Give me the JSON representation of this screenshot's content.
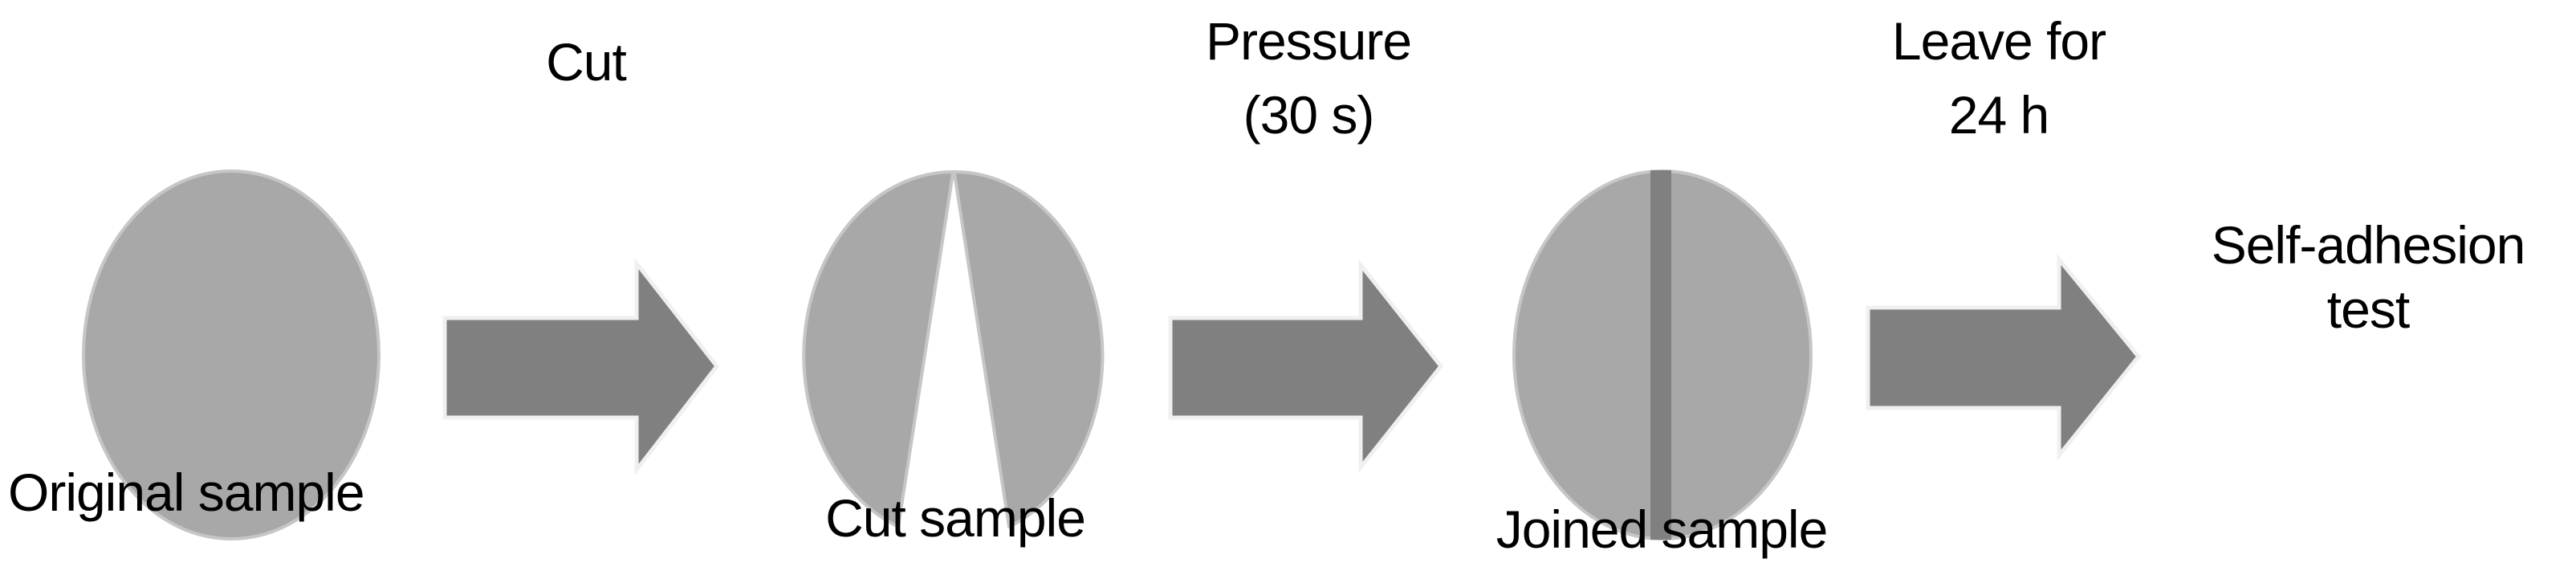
{
  "diagram": {
    "type": "process-flow",
    "colors": {
      "sample_fill": "#a8a8a8",
      "sample_outline": "#c6c6c6",
      "arrow_fill": "#808080",
      "arrow_outline": "#f0f0f0",
      "seam": "#808080",
      "text": "#000000",
      "background": "#ffffff"
    },
    "stages": [
      {
        "id": "original",
        "label": "Original sample",
        "shape": "full-circle"
      },
      {
        "id": "cut",
        "label": "Cut sample",
        "shape": "circle-with-wedge-cut"
      },
      {
        "id": "joined",
        "label": "Joined sample",
        "shape": "circle-with-seam"
      },
      {
        "id": "test",
        "label_line1": "Self-adhesion",
        "label_line2": "test",
        "shape": "text"
      }
    ],
    "steps": [
      {
        "label_line1": "Cut",
        "label_line2": ""
      },
      {
        "label_line1": "Pressure",
        "label_line2": "(30 s)"
      },
      {
        "label_line1": "Leave for",
        "label_line2": "24 h"
      }
    ]
  }
}
